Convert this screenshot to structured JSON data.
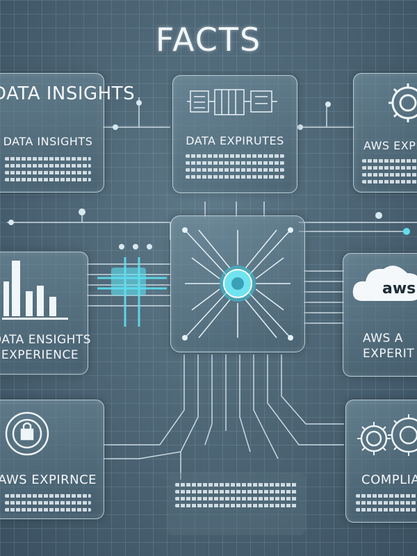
{
  "title": "FACTS",
  "panels": {
    "data_insights": {
      "heading": "DATA INSIGHTS",
      "subheading": "DATA INSIGHTS"
    },
    "data_expirutes": {
      "heading": "DATA EXPIRUTES"
    },
    "aws_top": {
      "heading": "AWS EXPI"
    },
    "ensights": {
      "heading_line1": "DATA ENSIGHTS",
      "heading_line2": "EXPERIENCE"
    },
    "aws_mid": {
      "logo_text": "aws",
      "heading_line1": "AWS A",
      "heading_line2": "EXPERIT"
    },
    "aws_expirnce": {
      "heading": "AWS EXPIRNCE"
    },
    "complia": {
      "heading": "COMPLIA"
    }
  },
  "colors": {
    "accent_glow": "#5fe0f0",
    "panel_border": "#d7ebf5",
    "background": "#4a6272"
  },
  "icons": [
    "chip-icon",
    "gear-icon",
    "cloud-icon",
    "bar-chart-icon",
    "sprocket-icon",
    "lock-icon"
  ]
}
